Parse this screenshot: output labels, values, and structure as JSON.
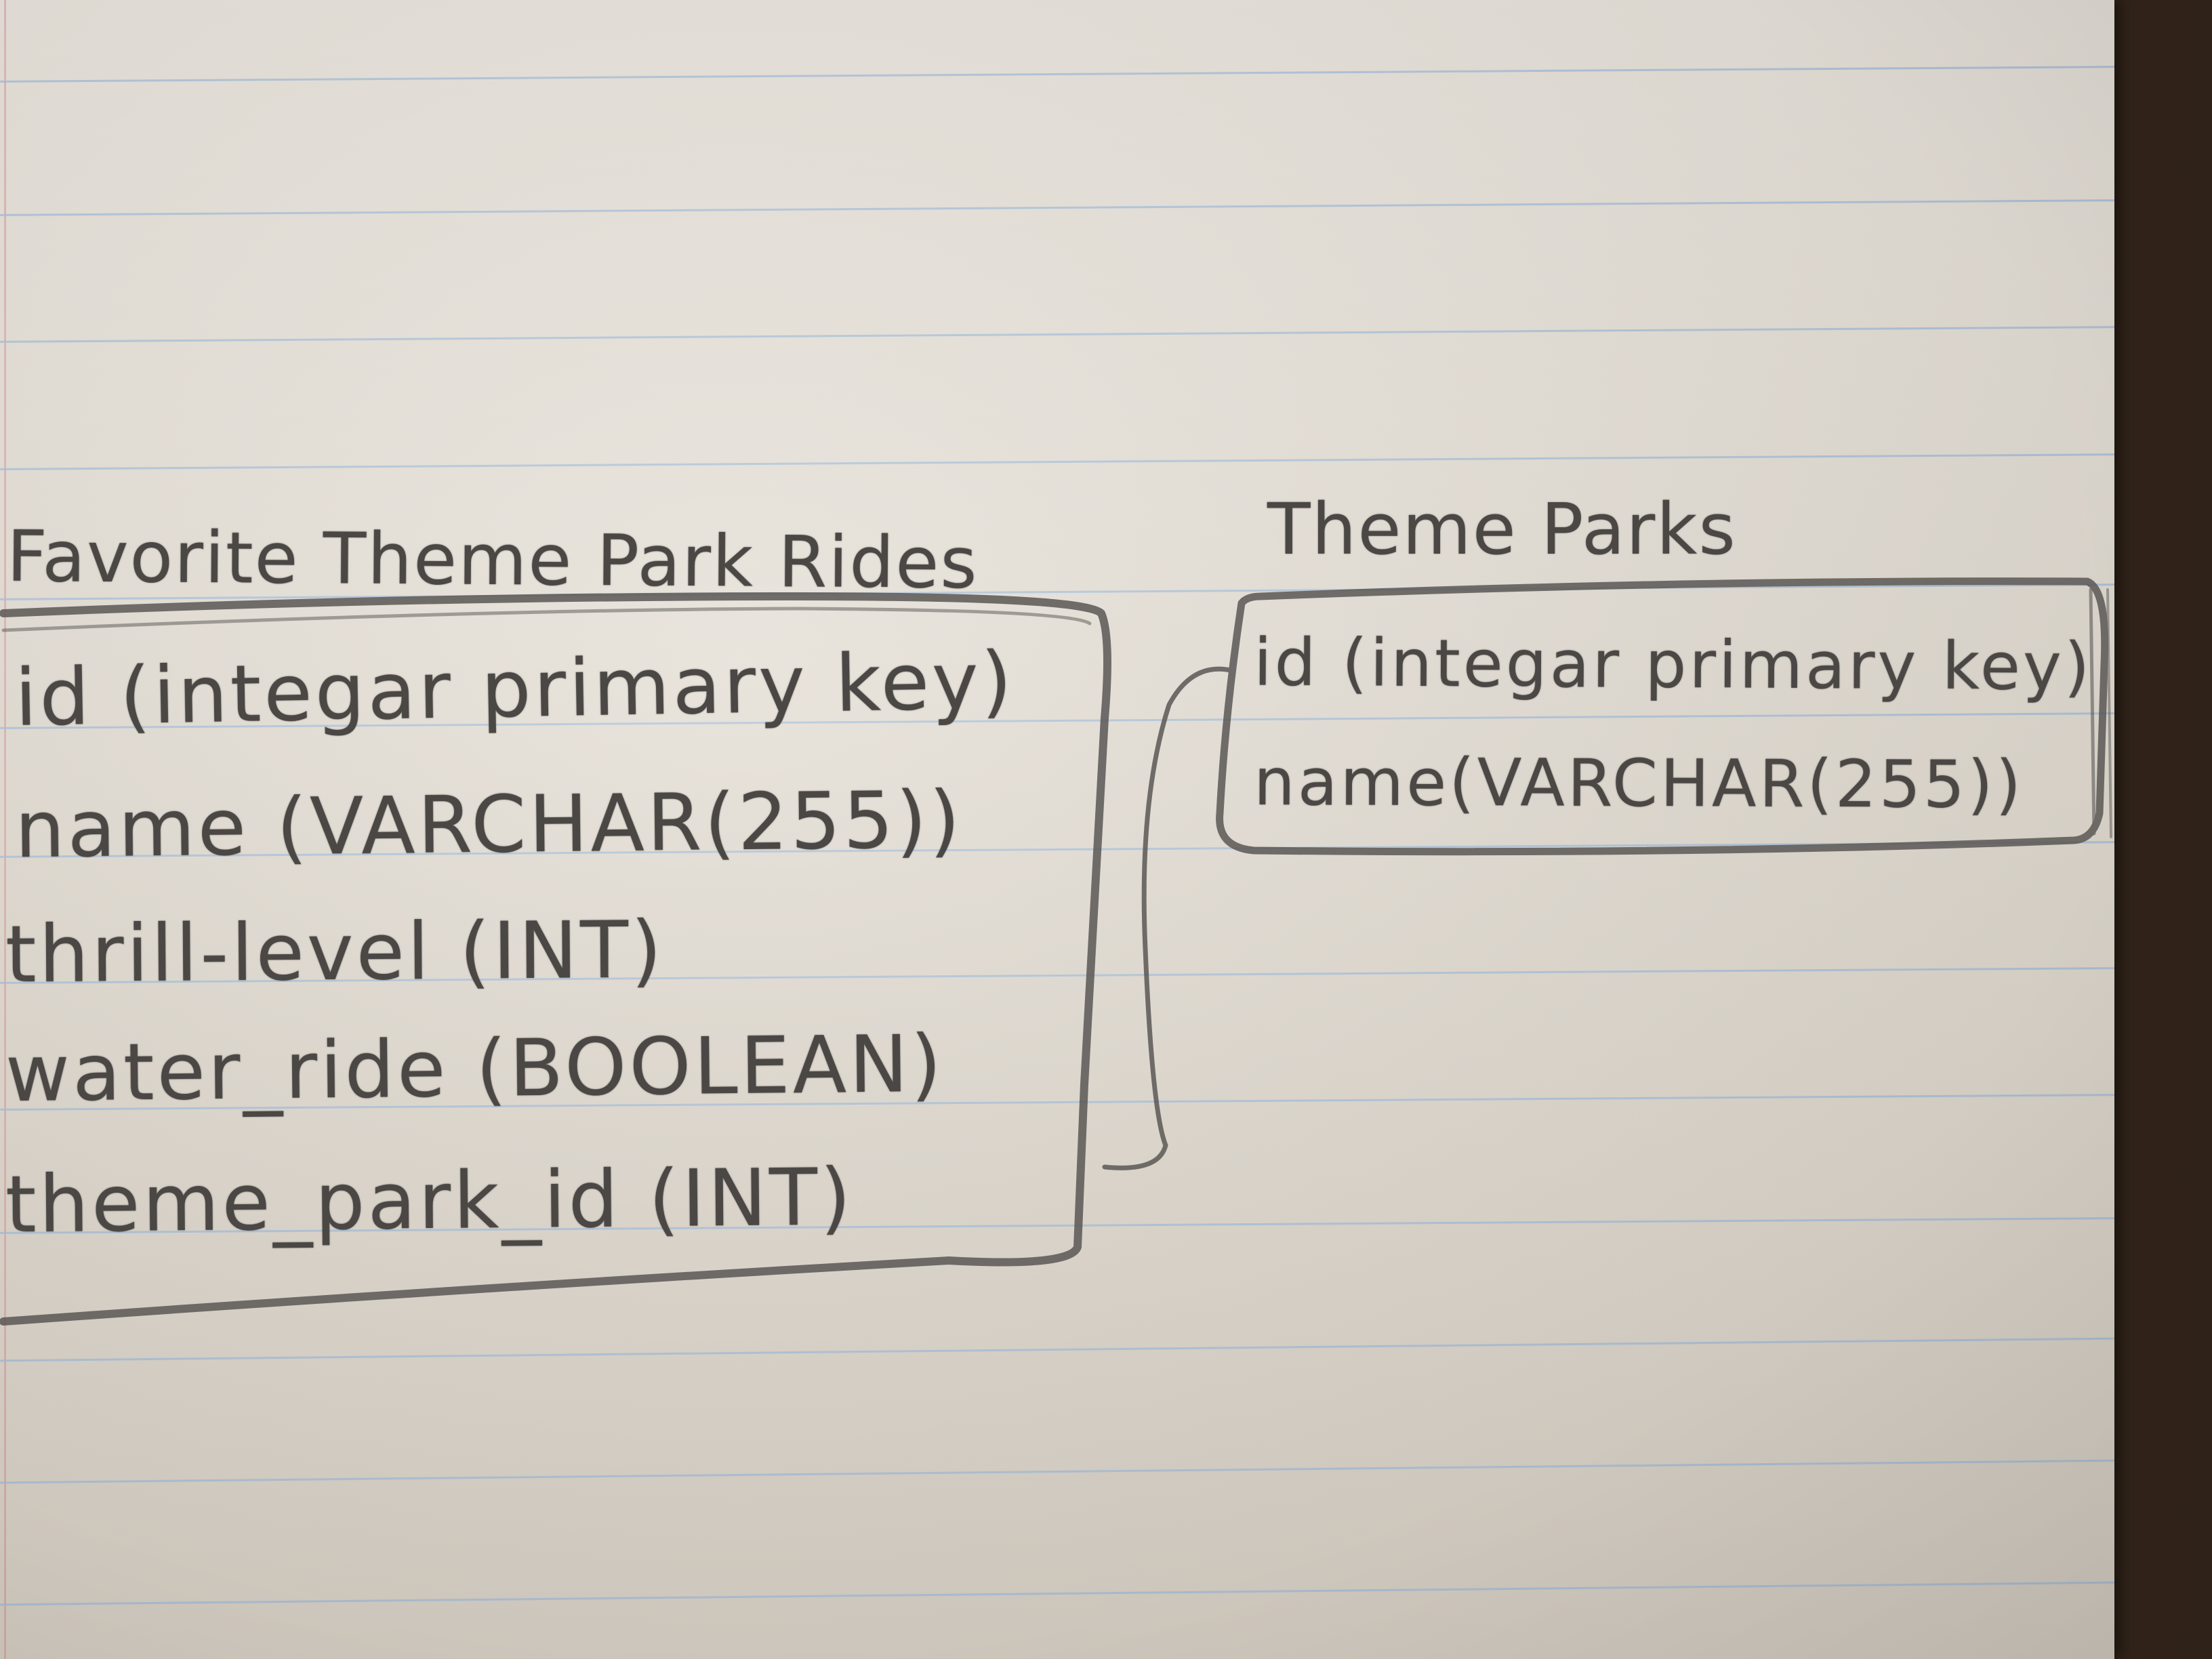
{
  "diagram": {
    "tables": [
      {
        "title": "Favorite Theme Park Rides",
        "fields": [
          "id (integar primary key)",
          "name (VARCHAR(255))",
          "thrill-level (INT)",
          "water_ride (BOOLEAN)",
          "theme_park_id (INT)"
        ]
      },
      {
        "title": "Theme Parks",
        "fields": [
          "id (integar primary key)",
          "name(VARCHAR(255))"
        ]
      }
    ]
  },
  "colors": {
    "pencil": "#4a4744",
    "paper": "#e6e1d8",
    "rule_lines": "#a9c1d9",
    "desk": "#3b2b1f"
  }
}
